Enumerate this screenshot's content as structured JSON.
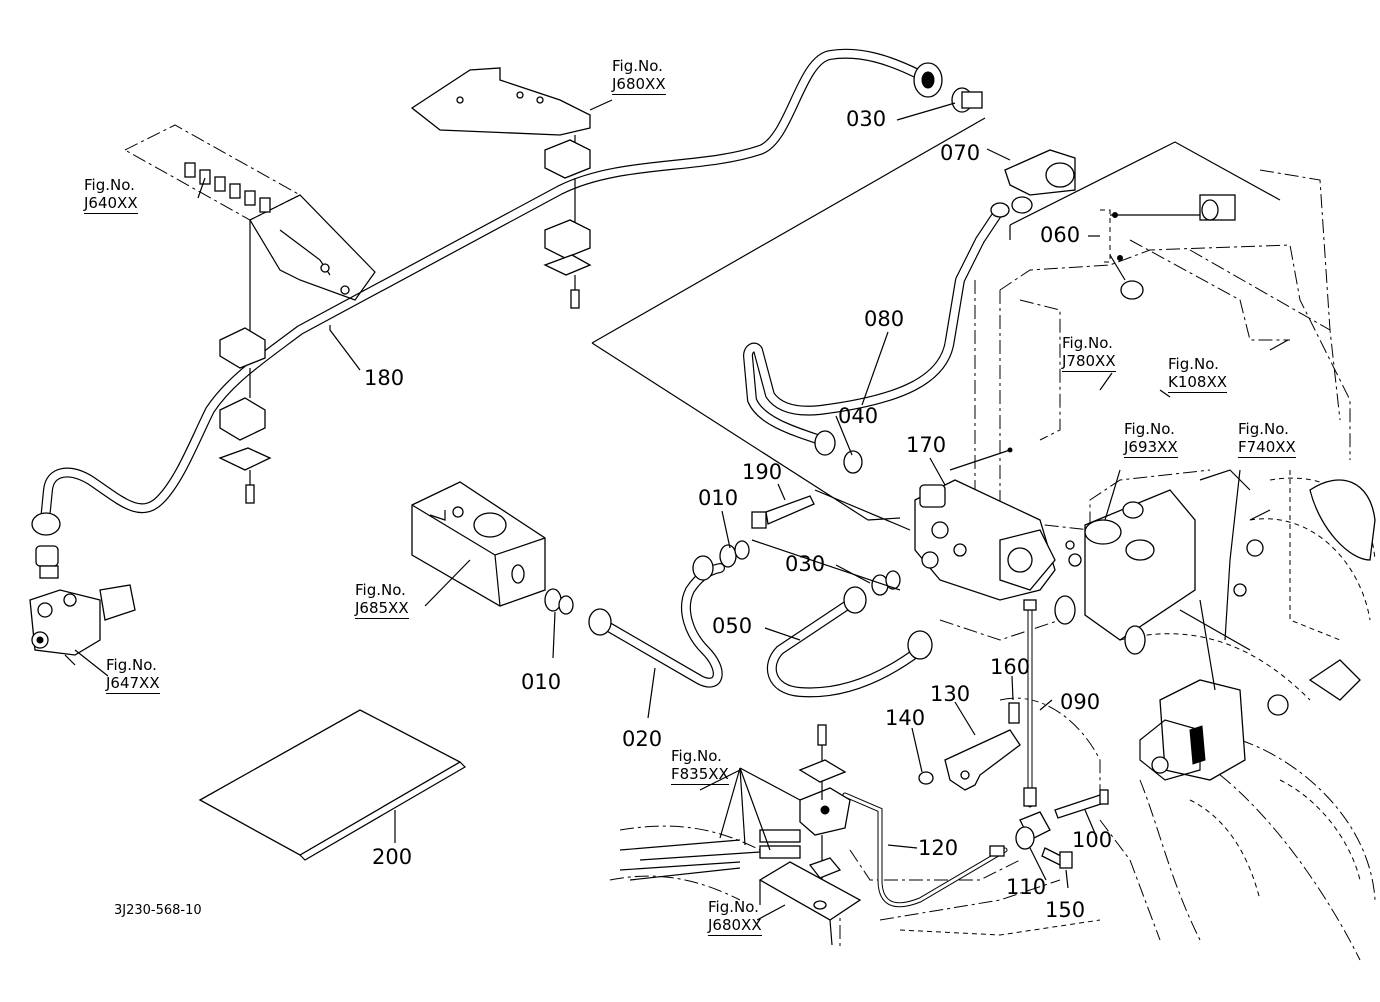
{
  "parts": [
    {
      "id": "p030a",
      "label": "030"
    },
    {
      "id": "p070",
      "label": "070"
    },
    {
      "id": "p060",
      "label": "060"
    },
    {
      "id": "p080",
      "label": "080"
    },
    {
      "id": "p180",
      "label": "180"
    },
    {
      "id": "p040",
      "label": "040"
    },
    {
      "id": "p170",
      "label": "170"
    },
    {
      "id": "p190",
      "label": "190"
    },
    {
      "id": "p010a",
      "label": "010"
    },
    {
      "id": "p030b",
      "label": "030"
    },
    {
      "id": "p050",
      "label": "050"
    },
    {
      "id": "p010b",
      "label": "010"
    },
    {
      "id": "p020",
      "label": "020"
    },
    {
      "id": "p160",
      "label": "160"
    },
    {
      "id": "p130",
      "label": "130"
    },
    {
      "id": "p140",
      "label": "140"
    },
    {
      "id": "p090",
      "label": "090"
    },
    {
      "id": "p120",
      "label": "120"
    },
    {
      "id": "p100",
      "label": "100"
    },
    {
      "id": "p110",
      "label": "110"
    },
    {
      "id": "p150",
      "label": "150"
    },
    {
      "id": "p200",
      "label": "200"
    }
  ],
  "figures": [
    {
      "id": "j680a",
      "label": "Fig.No.",
      "code": "J680XX"
    },
    {
      "id": "j640",
      "label": "Fig.No.",
      "code": "J640XX"
    },
    {
      "id": "j780",
      "label": "Fig.No.",
      "code": "J780XX"
    },
    {
      "id": "k108",
      "label": "Fig.No.",
      "code": "K108XX"
    },
    {
      "id": "j693",
      "label": "Fig.No.",
      "code": "J693XX"
    },
    {
      "id": "f740",
      "label": "Fig.No.",
      "code": "F740XX"
    },
    {
      "id": "j685",
      "label": "Fig.No.",
      "code": "J685XX"
    },
    {
      "id": "j647",
      "label": "Fig.No.",
      "code": "J647XX"
    },
    {
      "id": "f835",
      "label": "Fig.No.",
      "code": "F835XX"
    },
    {
      "id": "j680b",
      "label": "Fig.No.",
      "code": "J680XX"
    }
  ],
  "drawing_code": "3J230-568-10"
}
